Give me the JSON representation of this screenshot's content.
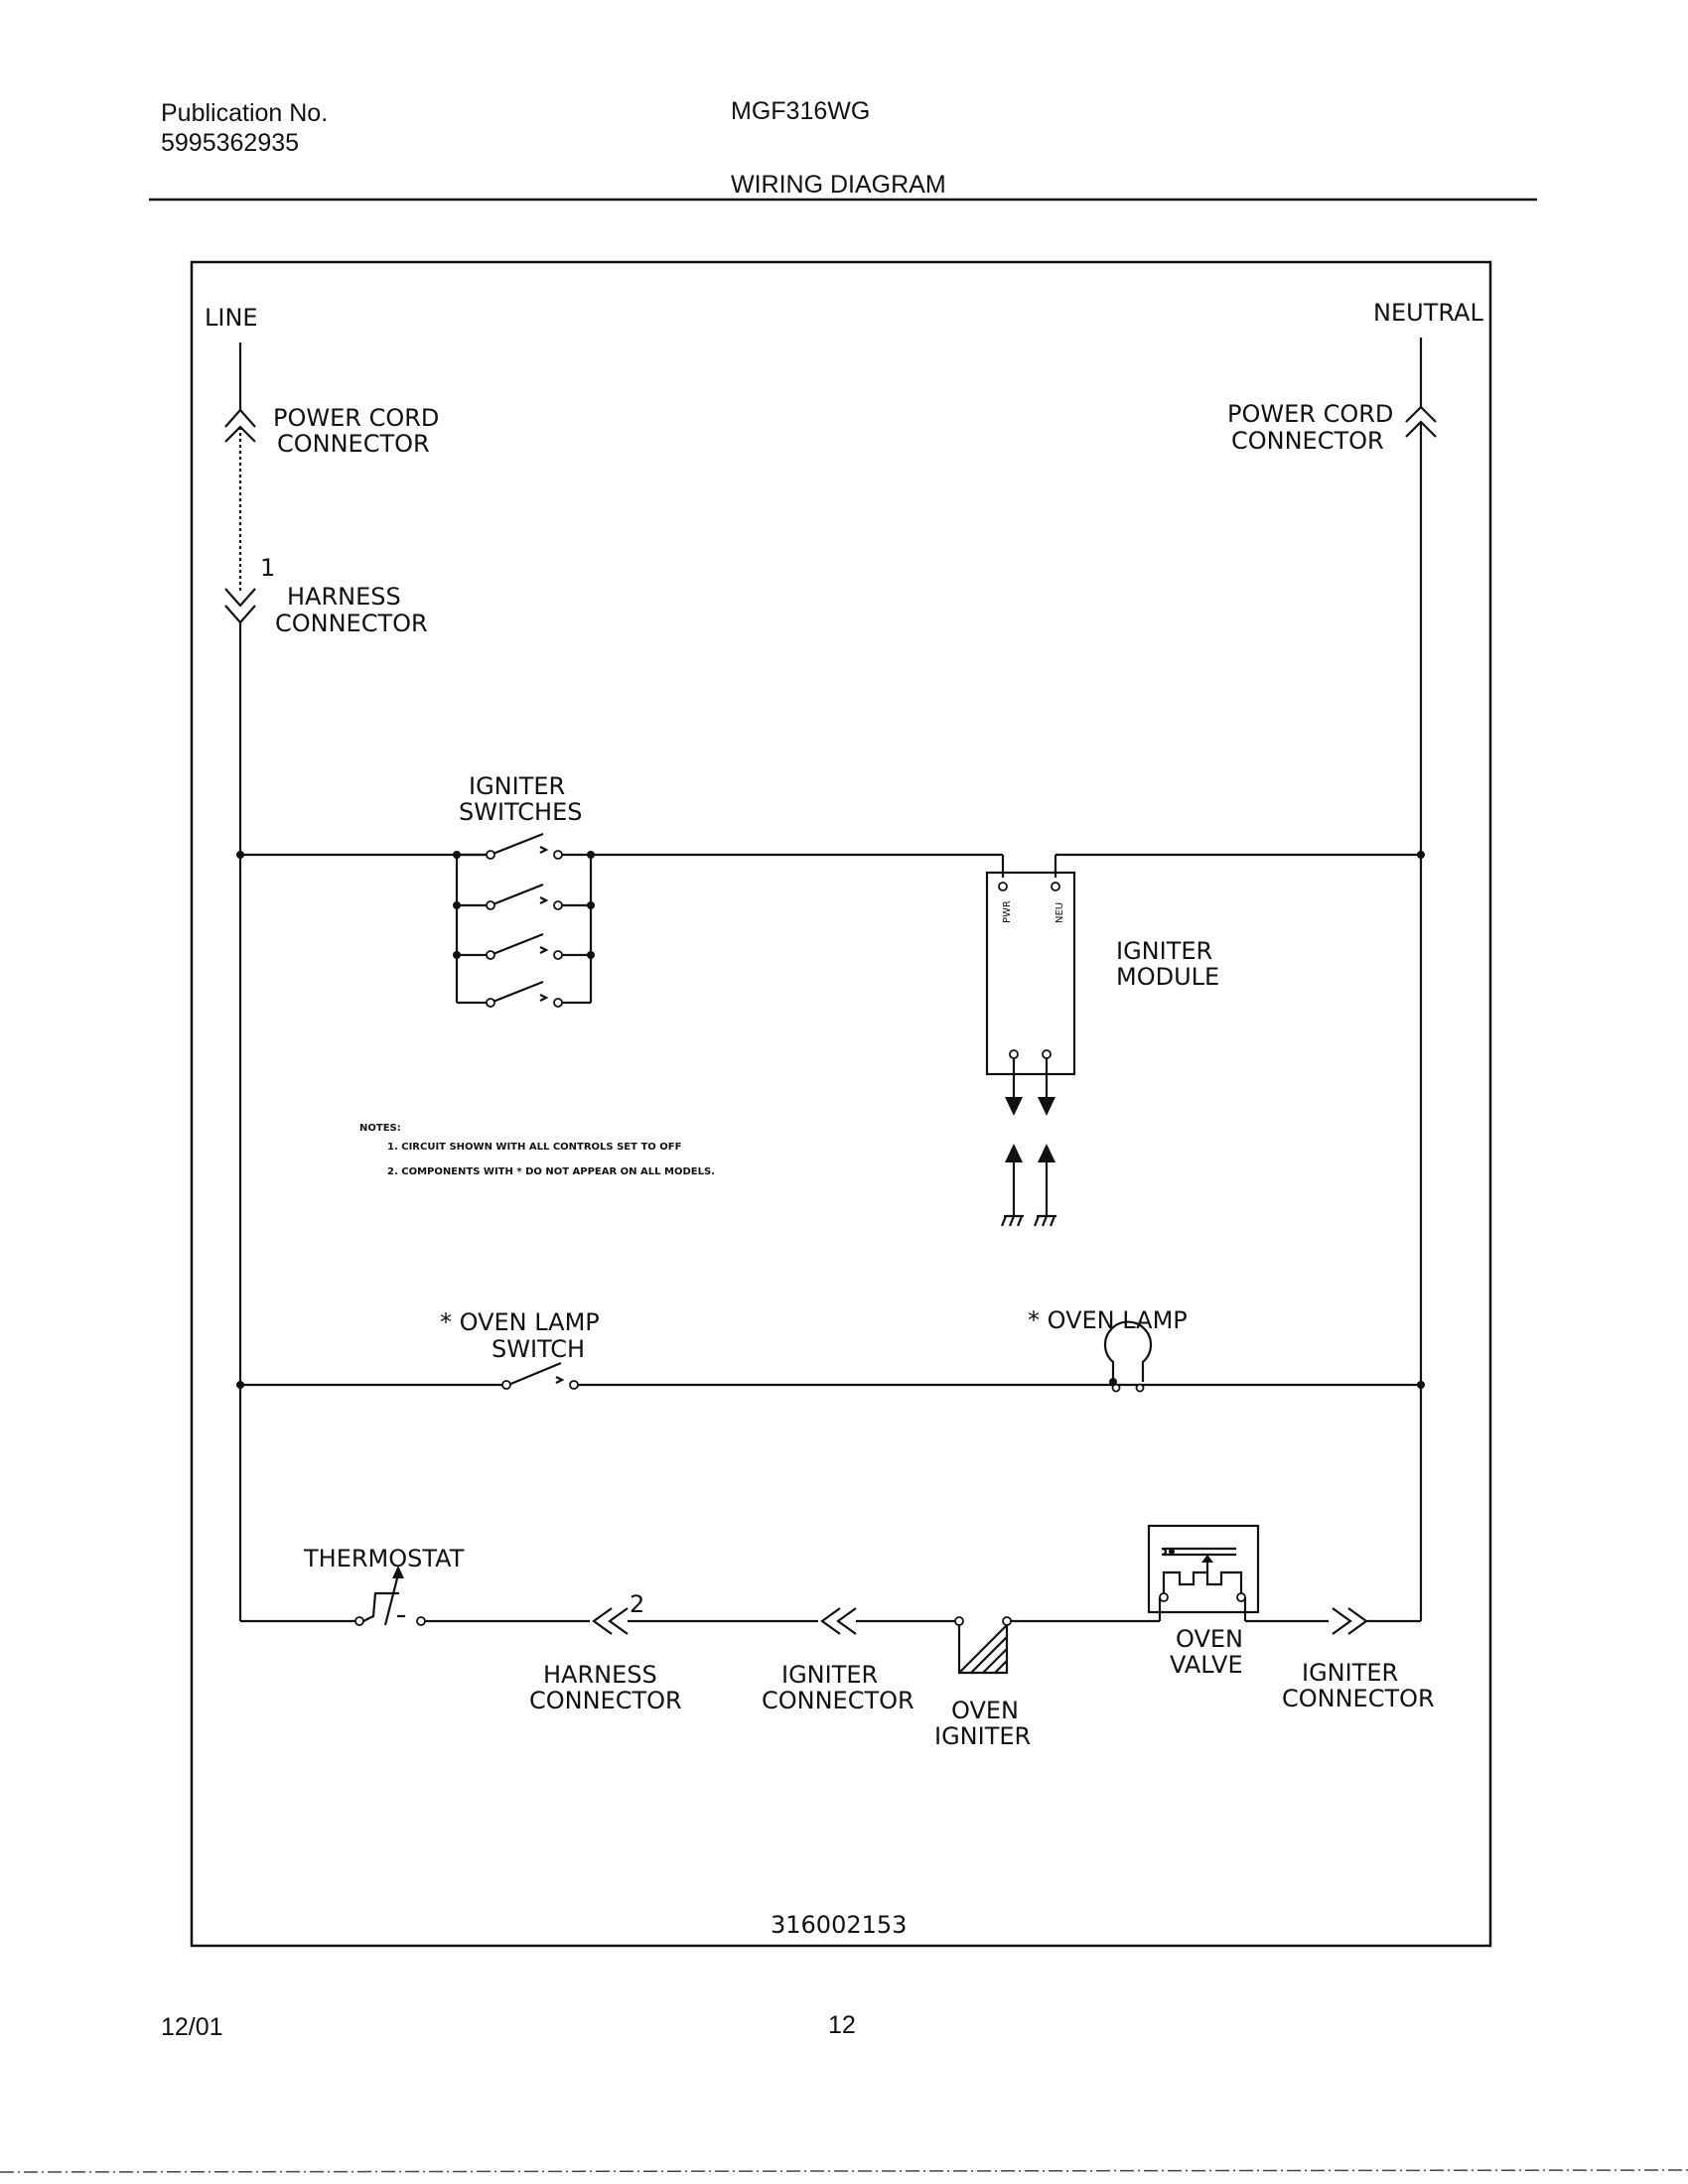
{
  "header": {
    "publication_label": "Publication No.",
    "publication_number": "5995362935",
    "model": "MGF316WG",
    "title": "WIRING DIAGRAM"
  },
  "diagram": {
    "line": "LINE",
    "neutral": "NEUTRAL",
    "power_cord_left": [
      "POWER CORD",
      "CONNECTOR"
    ],
    "power_cord_right": [
      "POWER CORD",
      "CONNECTOR"
    ],
    "harness_top": [
      "HARNESS",
      "CONNECTOR"
    ],
    "harness_top_pin": "1",
    "igniter_switches": [
      "IGNITER",
      "SWITCHES"
    ],
    "igniter_module": [
      "IGNITER",
      "MODULE"
    ],
    "module_pin_pwr": "PWR",
    "module_pin_neu": "NEU",
    "notes": {
      "heading": "NOTES:",
      "items": [
        "1. CIRCUIT SHOWN WITH ALL CONTROLS SET TO OFF",
        "2. COMPONENTS WITH * DO NOT APPEAR ON ALL MODELS."
      ]
    },
    "oven_lamp_switch": [
      "* OVEN LAMP",
      "SWITCH"
    ],
    "oven_lamp": "* OVEN LAMP",
    "thermostat": "THERMOSTAT",
    "harness_bottom_pin": "2",
    "harness_bottom": [
      "HARNESS",
      "CONNECTOR"
    ],
    "igniter_conn_left": [
      "IGNITER",
      "CONNECTOR"
    ],
    "oven_igniter": [
      "OVEN",
      "IGNITER"
    ],
    "oven_valve": [
      "OVEN",
      "VALVE"
    ],
    "igniter_conn_right": [
      "IGNITER",
      "CONNECTOR"
    ],
    "part_number": "316002153"
  },
  "footer": {
    "date": "12/01",
    "page": "12"
  }
}
